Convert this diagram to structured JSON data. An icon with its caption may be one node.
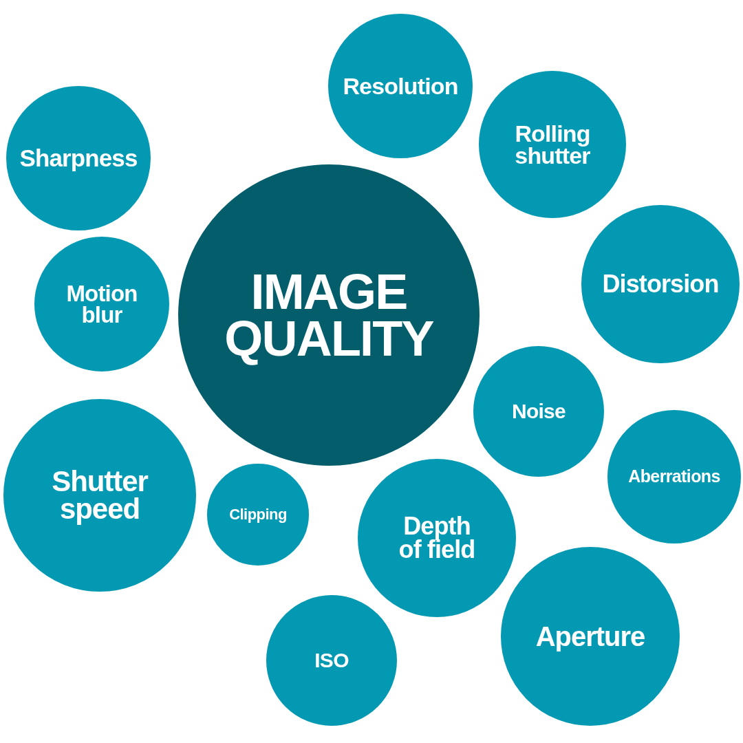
{
  "diagram": {
    "nodes": [
      {
        "text": [
          "Resolution"
        ]
      },
      {
        "text": [
          "Rolling shutter"
        ]
      },
      {
        "text": [
          "Sharpness"
        ]
      },
      {
        "text": [
          "Distorsion"
        ]
      },
      {
        "text": [
          "Motion blur"
        ]
      },
      {
        "text": [
          "IMAGE QUALITY"
        ]
      },
      {
        "text": [
          "Noise"
        ]
      },
      {
        "text": [
          "Aberrations"
        ]
      },
      {
        "text": [
          "Shutter speed"
        ]
      },
      {
        "text": [
          "Clipping"
        ]
      },
      {
        "text": [
          "Depth of field"
        ]
      },
      {
        "text": [
          "Aperture"
        ]
      },
      {
        "text": [
          "ISO"
        ]
      }
    ]
  }
}
